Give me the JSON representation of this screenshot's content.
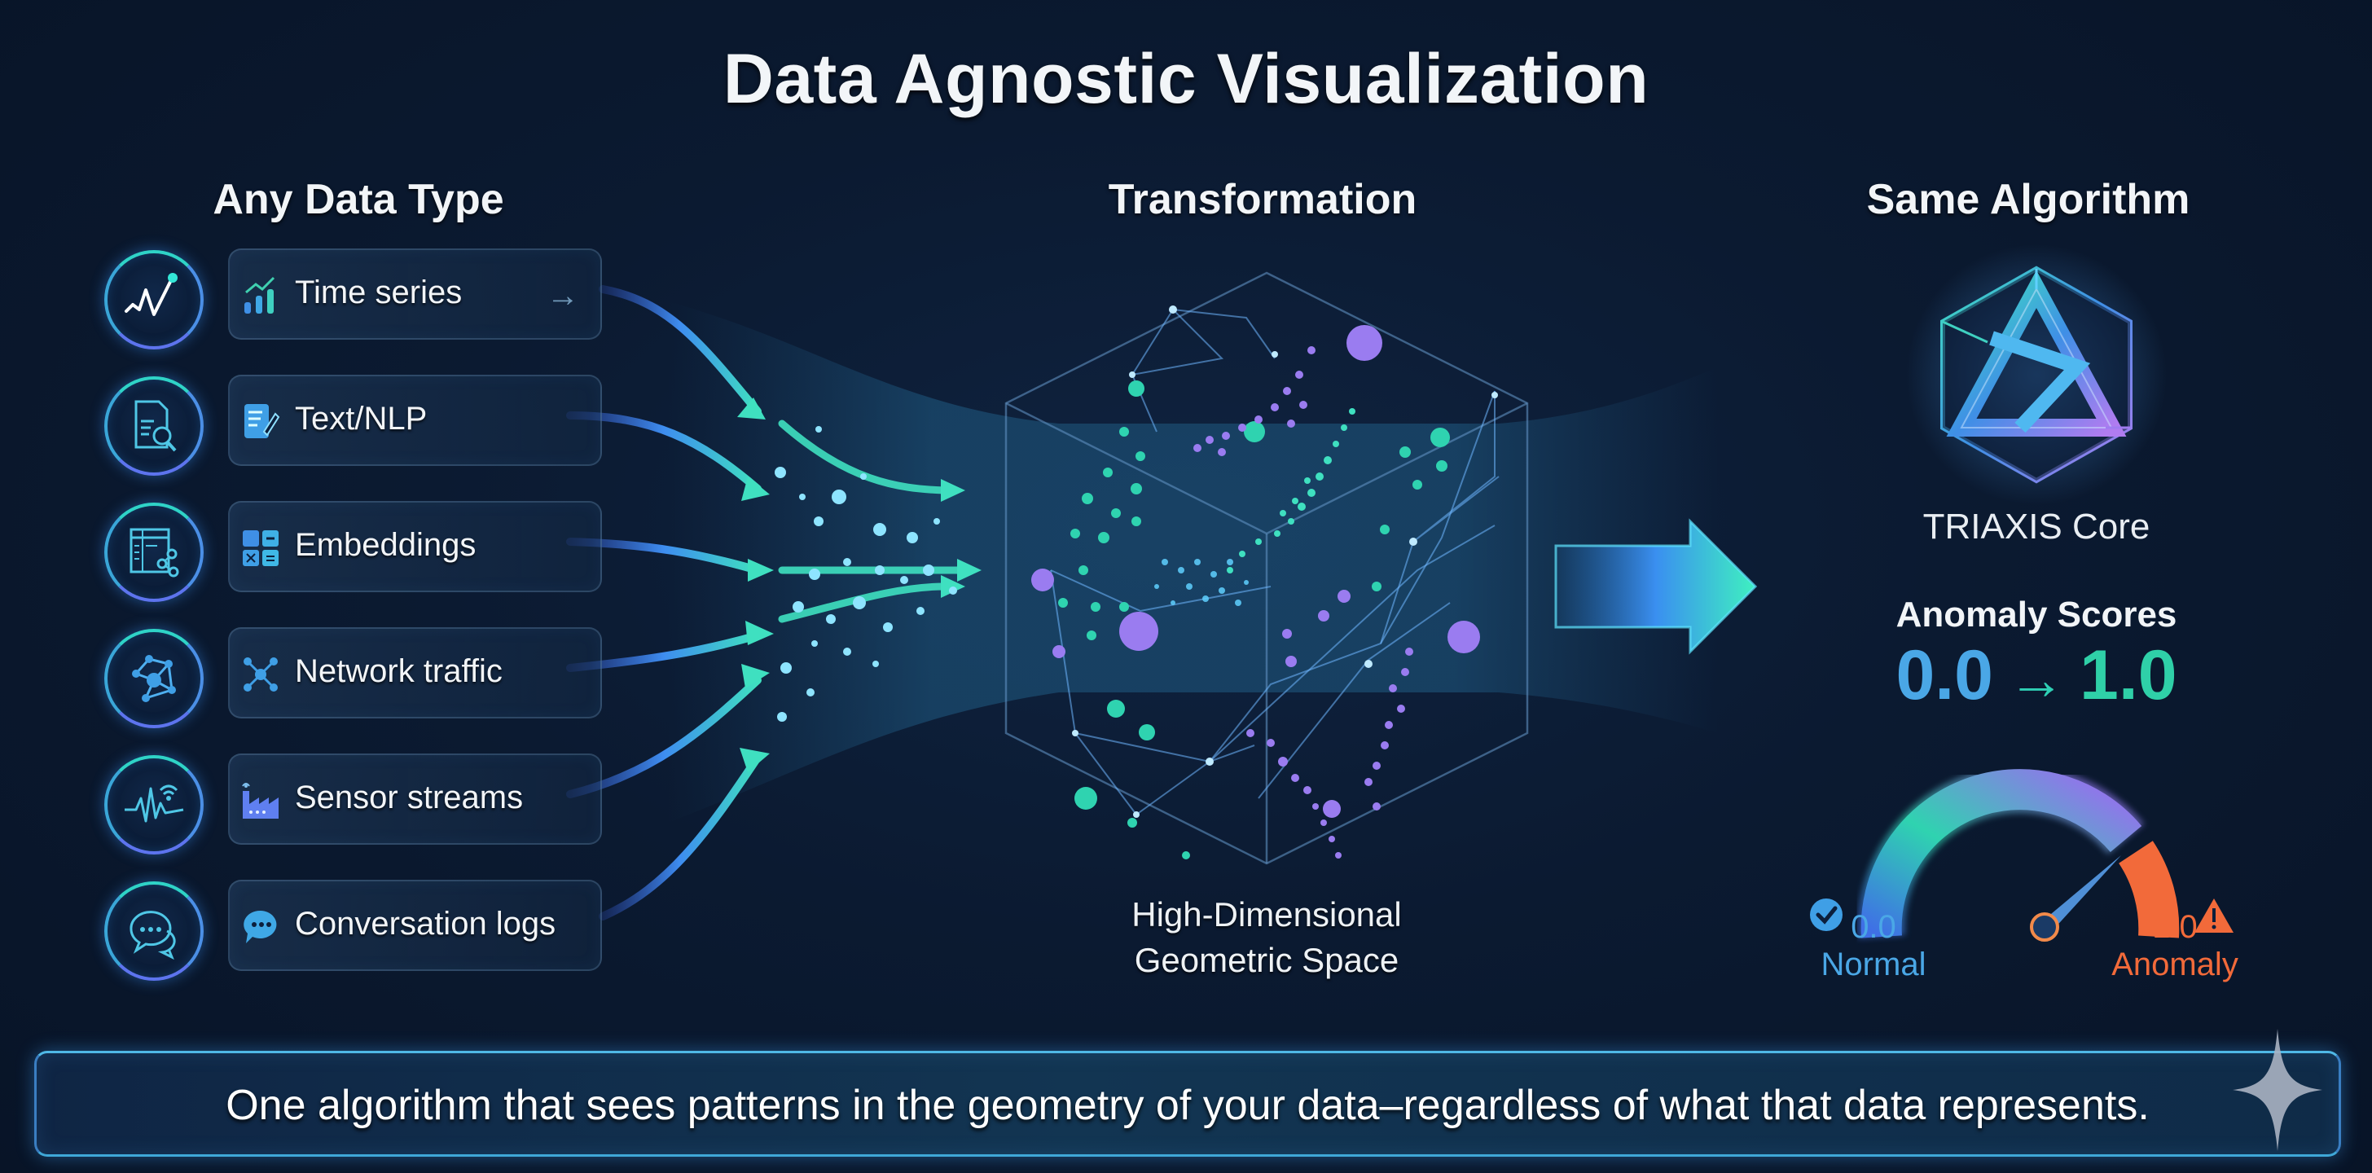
{
  "title": "Data Agnostic Visualization",
  "columns": {
    "left": {
      "heading": "Any Data Type"
    },
    "center": {
      "heading": "Transformation",
      "caption_line1": "High-Dimensional",
      "caption_line2": "Geometric Space"
    },
    "right": {
      "heading": "Same Algorithm"
    }
  },
  "data_types": [
    {
      "label": "Time series",
      "circle_icon": "waveform-icon",
      "small_icon": "bar-chart-trend-icon",
      "has_arrow": true
    },
    {
      "label": "Text/NLP",
      "circle_icon": "document-search-icon",
      "small_icon": "edit-document-icon"
    },
    {
      "label": "Embeddings",
      "circle_icon": "table-share-icon",
      "small_icon": "calculator-grid-icon"
    },
    {
      "label": "Network traffic",
      "circle_icon": "network-graph-icon",
      "small_icon": "network-nodes-icon"
    },
    {
      "label": "Sensor streams",
      "circle_icon": "heartbeat-wifi-icon",
      "small_icon": "factory-sensor-icon"
    },
    {
      "label": "Conversation logs",
      "circle_icon": "chat-bubbles-icon",
      "small_icon": "chat-bubble-icon"
    }
  ],
  "core": {
    "name": "TRIAXIS Core",
    "icon": "triaxis-hexagon-logo"
  },
  "anomaly": {
    "heading": "Anomaly Scores",
    "range_low": "0.0",
    "range_arrow": "→",
    "range_high": "1.0",
    "gauge": {
      "min_value": "0.0",
      "min_label": "Normal",
      "max_value": "1.0",
      "max_label": "Anomaly",
      "colors": {
        "normal": "#4a8fe6",
        "mid": "#2fd3b0",
        "high": "#8a6cf0",
        "anomaly": "#f26a3a"
      }
    }
  },
  "footer": {
    "text": "One algorithm that sees patterns in the geometry of your data–regardless of what that data represents."
  },
  "colors": {
    "background": "#0b1a31",
    "teal": "#2fd3c7",
    "blue": "#4a8fe6",
    "purple": "#9a7cf0",
    "orange": "#f26a3a"
  }
}
